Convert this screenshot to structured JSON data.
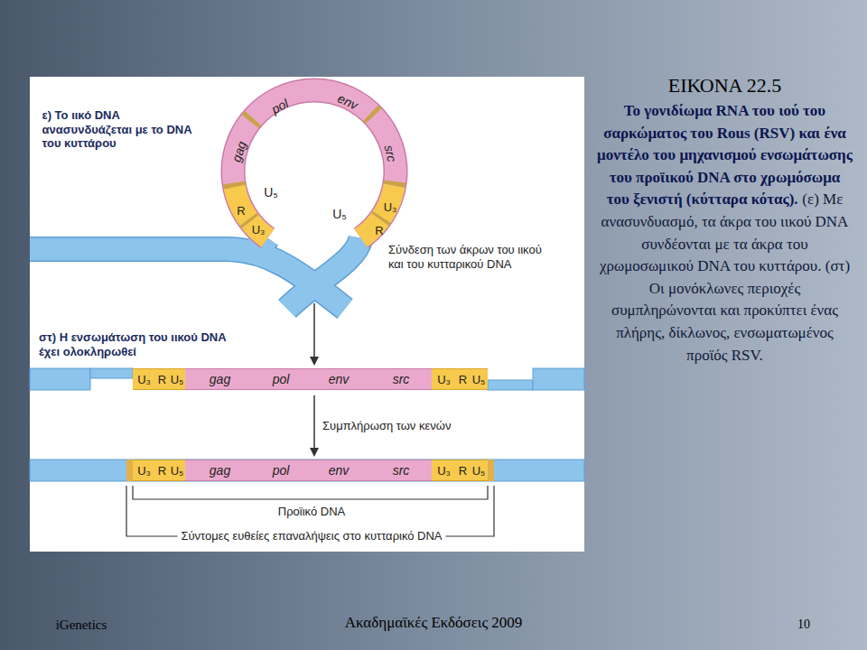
{
  "diagram": {
    "title": "ΕΙΚΟΝΑ 22.5",
    "caption": "Το γονιδίωμα RNA του ιού του σαρκώματος του Rous (RSV) και ένα μοντέλο του μηχανισμού ενσωμάτωσης του προϊικού DNA στο χρωμόσωμα του ξενιστή (κύτταρα κότας).",
    "nodes": [
      {
        "text": [
          "U₃"
        ]
      },
      {
        "text": [
          "R"
        ]
      },
      {
        "text": [
          "U₅"
        ]
      },
      {
        "text": [
          "gag"
        ]
      },
      {
        "text": [
          "pol"
        ]
      },
      {
        "text": [
          "env"
        ]
      },
      {
        "text": [
          "src"
        ]
      },
      {
        "text": [
          "U₃"
        ]
      },
      {
        "text": [
          "R"
        ]
      },
      {
        "text": [
          "U₅"
        ]
      },
      {
        "text": [
          "U₃"
        ]
      },
      {
        "text": [
          "R"
        ]
      },
      {
        "text": [
          "U₅"
        ]
      },
      {
        "text": [
          "gag"
        ]
      },
      {
        "text": [
          "pol"
        ]
      },
      {
        "text": [
          "env"
        ]
      },
      {
        "text": [
          "src"
        ]
      },
      {
        "text": [
          "U₃"
        ]
      },
      {
        "text": [
          "R"
        ]
      },
      {
        "text": [
          "U₅"
        ]
      }
    ],
    "edges": [
      {
        "from": 5,
        "to": 15,
        "arrow": "to",
        "label": "Συμπλήρωση των κενών"
      }
    ],
    "labels": [
      "ε) Το ιικό DNA ανασυνδυάζεται με το DNA του κυττάρου",
      "gag",
      "pol",
      "env",
      "src",
      "U₅",
      "R",
      "U₃",
      "U₅",
      "U₃",
      "R",
      "Σύνδεση των άκρων του ιικού και του κυτταρικού DNA",
      "στ) Η ενσωμάτωση του ιικού DNA έχει ολοκληρωθεί",
      "Προϊικό DNA",
      "Σύντομες ευθείες επαναλήψεις στο κυτταρικό DNA",
      "(ε) Με ανασυνδυασμό, τα άκρα του ιικού DNA συνδέονται με τα άκρα του χρωμοσωμικού DNA του κυττάρου. (στ) Οι μονόκλωνες περιοχές συμπληρώνονται και προκύπτει ένας πλήρης, δίκλωνος, ενσωματωμένος προϊός RSV.",
      "iGenetics",
      "Ακαδημαϊκές Εκδόσεις 2009",
      "10"
    ]
  }
}
